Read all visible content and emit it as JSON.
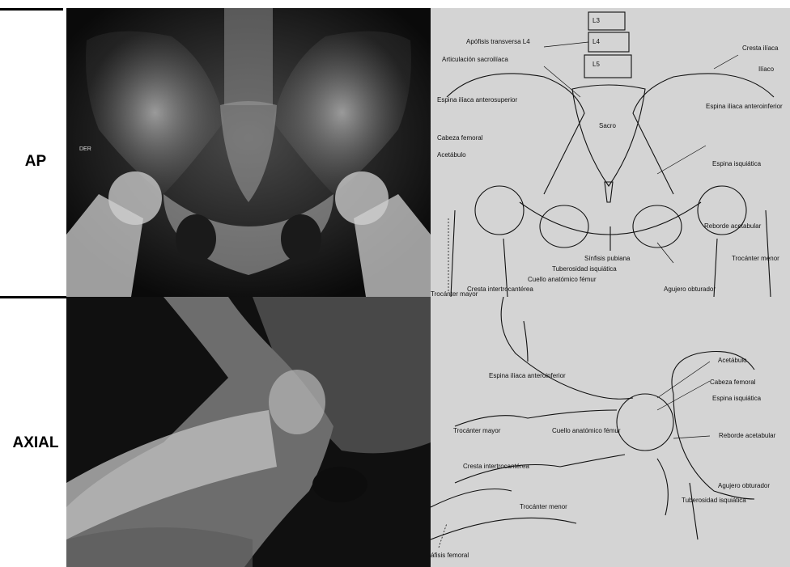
{
  "rows": [
    {
      "label": "AP"
    },
    {
      "label": "AXIAL"
    }
  ],
  "ap_xray": {
    "side_marker": "DER"
  },
  "ap_diagram": {
    "labels": [
      "Apófisis transversa L4",
      "Articulación sacroilíaca",
      "Cresta ilíaca",
      "Ilíaco",
      "Espina ilíaca anterosuperior",
      "Espina ilíaca anteroinferior",
      "Sacro",
      "Cabeza femoral",
      "Acetábulo",
      "Espina isquiática",
      "Reborde acetabular",
      "Sínfisis pubiana",
      "Tuberosidad isquiática",
      "Trocánter menor",
      "Cuello anatómico fémur",
      "Cresta intertrocantérea",
      "Agujero obturador",
      "Trocánter mayor"
    ],
    "vertebra_labels": [
      "L3",
      "L4",
      "L5"
    ]
  },
  "axial_diagram": {
    "labels": [
      "Acetábulo",
      "Espina ilíaca anteroinferior",
      "Cabeza femoral",
      "Espina isquiática",
      "Trocánter mayor",
      "Cuello anatómico fémur",
      "Reborde acetabular",
      "Cresta intertrocantérea",
      "Agujero obturador",
      "Trocánter menor",
      "Tuberosidad isquiática",
      "áfisis femoral"
    ]
  },
  "colors": {
    "xray_background": "#0a0a0a",
    "diagram_background": "#d4d4d4",
    "rule": "#000000"
  }
}
